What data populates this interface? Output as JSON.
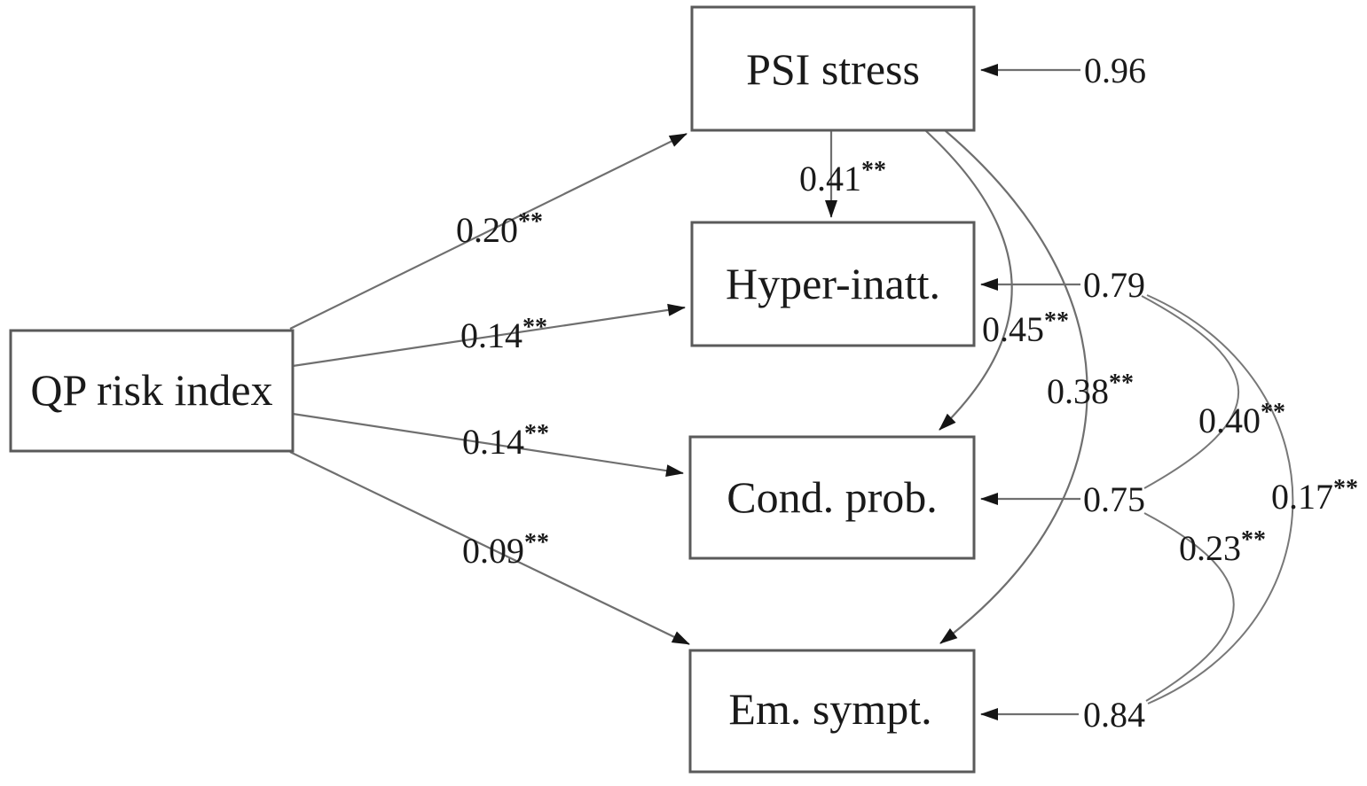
{
  "colors": {
    "background": "#ffffff",
    "box_border": "#5a5a5a",
    "line": "#6f6f6f",
    "arrowhead": "#151515",
    "text": "#1a1a1a"
  },
  "diagram": {
    "kind": "sem-path-diagram",
    "nodes": {
      "qp": {
        "label": "QP risk index"
      },
      "psi": {
        "label": "PSI stress"
      },
      "hyper": {
        "label": "Hyper-inatt."
      },
      "cond": {
        "label": "Cond. prob."
      },
      "em": {
        "label": "Em. sympt."
      }
    },
    "path_coefficients": {
      "qp_psi": {
        "value": "0.20",
        "sig": "**"
      },
      "qp_hyper": {
        "value": "0.14",
        "sig": "**"
      },
      "qp_cond": {
        "value": "0.14",
        "sig": "**"
      },
      "qp_em": {
        "value": "0.09",
        "sig": "**"
      },
      "psi_hyper": {
        "value": "0.41",
        "sig": "**"
      },
      "psi_cond": {
        "value": "0.45",
        "sig": "**"
      },
      "psi_em": {
        "value": "0.38",
        "sig": "**"
      }
    },
    "residuals": {
      "psi": "0.96",
      "hyper": "0.79",
      "cond": "0.75",
      "em": "0.84"
    },
    "covariances": {
      "hyper_cond": {
        "value": "0.40",
        "sig": "**"
      },
      "cond_em": {
        "value": "0.23",
        "sig": "**"
      },
      "hyper_em": {
        "value": "0.17",
        "sig": "**"
      }
    }
  }
}
